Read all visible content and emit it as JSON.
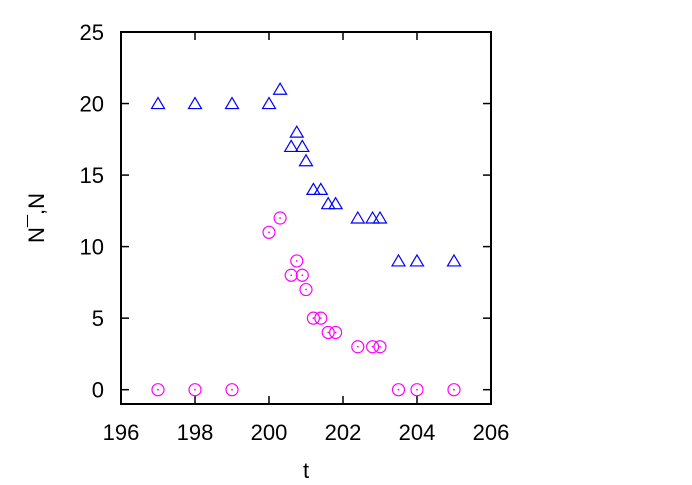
{
  "chart_data": {
    "type": "scatter",
    "title": "",
    "xlabel": "t",
    "ylabel": "N¯,N",
    "xlim": [
      196,
      206
    ],
    "ylim": [
      -1,
      25
    ],
    "x_ticks": [
      "196",
      "198",
      "200",
      "202",
      "204",
      "206"
    ],
    "y_ticks": [
      "0",
      "5",
      "10",
      "15",
      "20",
      "25"
    ],
    "grid": false,
    "legend": "none",
    "series": [
      {
        "marker": "triangle",
        "color": "#0000ff",
        "x": [
          197.0,
          198.0,
          199.0,
          200.0,
          200.3,
          200.6,
          200.75,
          200.9,
          201.0,
          201.2,
          201.4,
          201.6,
          201.8,
          202.4,
          202.8,
          203.0,
          203.5,
          204.0,
          205.0
        ],
        "y": [
          20,
          20,
          20,
          20,
          21,
          17,
          18,
          17,
          16,
          14,
          14,
          13,
          13,
          12,
          12,
          12,
          9,
          9,
          9
        ]
      },
      {
        "marker": "circle",
        "color": "#ff00ff",
        "x": [
          197.0,
          198.0,
          199.0,
          200.0,
          200.3,
          200.6,
          200.75,
          200.9,
          201.0,
          201.2,
          201.4,
          201.6,
          201.8,
          202.4,
          202.8,
          203.0,
          203.5,
          204.0,
          205.0
        ],
        "y": [
          0,
          0,
          0,
          11,
          12,
          8,
          9,
          8,
          7,
          5,
          5,
          4,
          4,
          3,
          3,
          3,
          0,
          0,
          0
        ]
      }
    ]
  }
}
